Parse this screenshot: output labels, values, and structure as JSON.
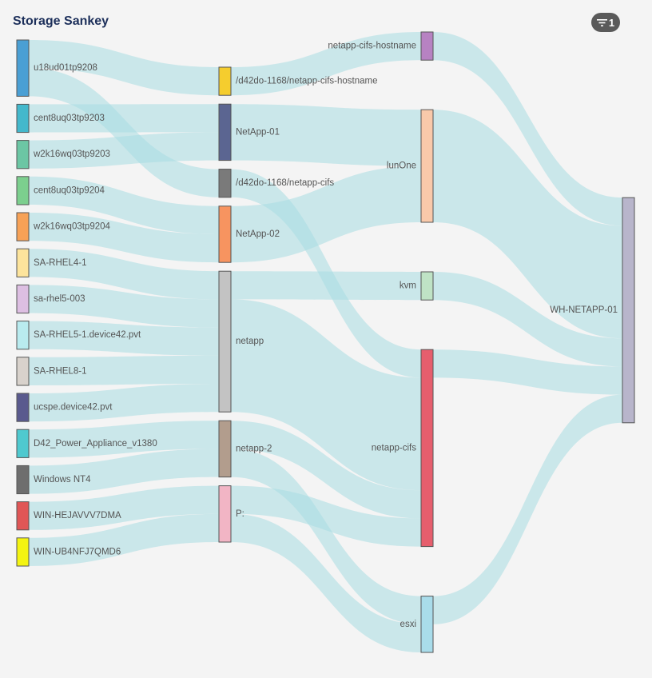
{
  "header": {
    "title": "Storage Sankey"
  },
  "filter": {
    "count": "1",
    "icon": "filter-icon"
  },
  "link_color": "#a8dde2",
  "chart_data": {
    "type": "sankey",
    "title": "Storage Sankey",
    "nodes": [
      {
        "id": "u18ud01tp9208",
        "label": "u18ud01tp9208",
        "column": 0,
        "color": "#4a9fd4"
      },
      {
        "id": "cent8uq03tp9203",
        "label": "cent8uq03tp9203",
        "column": 0,
        "color": "#44b8cc"
      },
      {
        "id": "w2k16wq03tp9203",
        "label": "w2k16wq03tp9203",
        "column": 0,
        "color": "#6cc6a4"
      },
      {
        "id": "cent8uq03tp9204",
        "label": "cent8uq03tp9204",
        "column": 0,
        "color": "#7ccf8e"
      },
      {
        "id": "w2k16wq03tp9204",
        "label": "w2k16wq03tp9204",
        "column": 0,
        "color": "#f7a156"
      },
      {
        "id": "SA-RHEL4-1",
        "label": "SA-RHEL4-1",
        "column": 0,
        "color": "#fde49c"
      },
      {
        "id": "sa-rhel5-003",
        "label": "sa-rhel5-003",
        "column": 0,
        "color": "#ddbfe2"
      },
      {
        "id": "SA-RHEL5-1.device42.pvt",
        "label": "SA-RHEL5-1.device42.pvt",
        "column": 0,
        "color": "#b9ebef"
      },
      {
        "id": "SA-RHEL8-1",
        "label": "SA-RHEL8-1",
        "column": 0,
        "color": "#d8d2cc"
      },
      {
        "id": "ucspe.device42.pvt",
        "label": "ucspe.device42.pvt",
        "column": 0,
        "color": "#5a5a8e"
      },
      {
        "id": "D42_Power_Appliance_v1380",
        "label": "D42_Power_Appliance_v1380",
        "column": 0,
        "color": "#4fc9cf"
      },
      {
        "id": "Windows NT4",
        "label": "Windows NT4",
        "column": 0,
        "color": "#6e6e6e"
      },
      {
        "id": "WIN-HEJAVVV7DMA",
        "label": "WIN-HEJAVVV7DMA",
        "column": 0,
        "color": "#e05656"
      },
      {
        "id": "WIN-UB4NFJ7QMD6",
        "label": "WIN-UB4NFJ7QMD6",
        "column": 0,
        "color": "#f4f411"
      },
      {
        "id": "/d42do-1168/netapp-cifs-hostname",
        "label": "/d42do-1168/netapp-cifs-hostname",
        "column": 1,
        "color": "#f5cd2e"
      },
      {
        "id": "NetApp-01",
        "label": "NetApp-01",
        "column": 1,
        "color": "#5b6591"
      },
      {
        "id": "/d42do-1168/netapp-cifs",
        "label": "/d42do-1168/netapp-cifs",
        "column": 1,
        "color": "#7a7a7a"
      },
      {
        "id": "NetApp-02",
        "label": "NetApp-02",
        "column": 1,
        "color": "#f79460"
      },
      {
        "id": "netapp",
        "label": "netapp",
        "column": 1,
        "color": "#c3c3c3"
      },
      {
        "id": "netapp-2",
        "label": "netapp-2",
        "column": 1,
        "color": "#b29d8d"
      },
      {
        "id": "P:",
        "label": "P:",
        "column": 1,
        "color": "#f2b5c5"
      },
      {
        "id": "netapp-cifs-hostname",
        "label": "netapp-cifs-hostname",
        "column": 2,
        "color": "#b782c2"
      },
      {
        "id": "lunOne",
        "label": "lunOne",
        "column": 2,
        "color": "#f9c9aa"
      },
      {
        "id": "kvm",
        "label": "kvm",
        "column": 2,
        "color": "#bfe3c5"
      },
      {
        "id": "netapp-cifs",
        "label": "netapp-cifs",
        "column": 2,
        "color": "#e65e6d"
      },
      {
        "id": "esxi",
        "label": "esxi",
        "column": 2,
        "color": "#a9dcea"
      },
      {
        "id": "WH-NETAPP-01",
        "label": "WH-NETAPP-01",
        "column": 3,
        "color": "#b8b5cb"
      }
    ],
    "links": [
      {
        "source": "u18ud01tp9208",
        "target": "/d42do-1168/netapp-cifs-hostname",
        "value": 1
      },
      {
        "source": "u18ud01tp9208",
        "target": "/d42do-1168/netapp-cifs",
        "value": 1
      },
      {
        "source": "cent8uq03tp9203",
        "target": "NetApp-01",
        "value": 1
      },
      {
        "source": "w2k16wq03tp9203",
        "target": "NetApp-01",
        "value": 1
      },
      {
        "source": "cent8uq03tp9204",
        "target": "NetApp-02",
        "value": 1
      },
      {
        "source": "w2k16wq03tp9204",
        "target": "NetApp-02",
        "value": 1
      },
      {
        "source": "SA-RHEL4-1",
        "target": "netapp",
        "value": 1
      },
      {
        "source": "sa-rhel5-003",
        "target": "netapp",
        "value": 1
      },
      {
        "source": "SA-RHEL5-1.device42.pvt",
        "target": "netapp",
        "value": 1
      },
      {
        "source": "SA-RHEL8-1",
        "target": "netapp",
        "value": 1
      },
      {
        "source": "ucspe.device42.pvt",
        "target": "netapp",
        "value": 1
      },
      {
        "source": "D42_Power_Appliance_v1380",
        "target": "netapp-2",
        "value": 1
      },
      {
        "source": "Windows NT4",
        "target": "netapp-2",
        "value": 1
      },
      {
        "source": "WIN-HEJAVVV7DMA",
        "target": "P:",
        "value": 1
      },
      {
        "source": "WIN-UB4NFJ7QMD6",
        "target": "P:",
        "value": 1
      },
      {
        "source": "/d42do-1168/netapp-cifs-hostname",
        "target": "netapp-cifs-hostname",
        "value": 1
      },
      {
        "source": "NetApp-01",
        "target": "lunOne",
        "value": 2
      },
      {
        "source": "/d42do-1168/netapp-cifs",
        "target": "netapp-cifs",
        "value": 1
      },
      {
        "source": "NetApp-02",
        "target": "lunOne",
        "value": 2
      },
      {
        "source": "netapp",
        "target": "kvm",
        "value": 1
      },
      {
        "source": "netapp",
        "target": "netapp-cifs",
        "value": 4
      },
      {
        "source": "netapp-2",
        "target": "esxi",
        "value": 1
      },
      {
        "source": "netapp-2",
        "target": "netapp-cifs",
        "value": 1
      },
      {
        "source": "P:",
        "target": "netapp-cifs",
        "value": 1
      },
      {
        "source": "P:",
        "target": "esxi",
        "value": 1
      },
      {
        "source": "netapp-cifs-hostname",
        "target": "WH-NETAPP-01",
        "value": 1
      },
      {
        "source": "lunOne",
        "target": "WH-NETAPP-01",
        "value": 4
      },
      {
        "source": "kvm",
        "target": "WH-NETAPP-01",
        "value": 1
      },
      {
        "source": "netapp-cifs",
        "target": "WH-NETAPP-01",
        "value": 1
      },
      {
        "source": "esxi",
        "target": "WH-NETAPP-01",
        "value": 1
      }
    ]
  }
}
